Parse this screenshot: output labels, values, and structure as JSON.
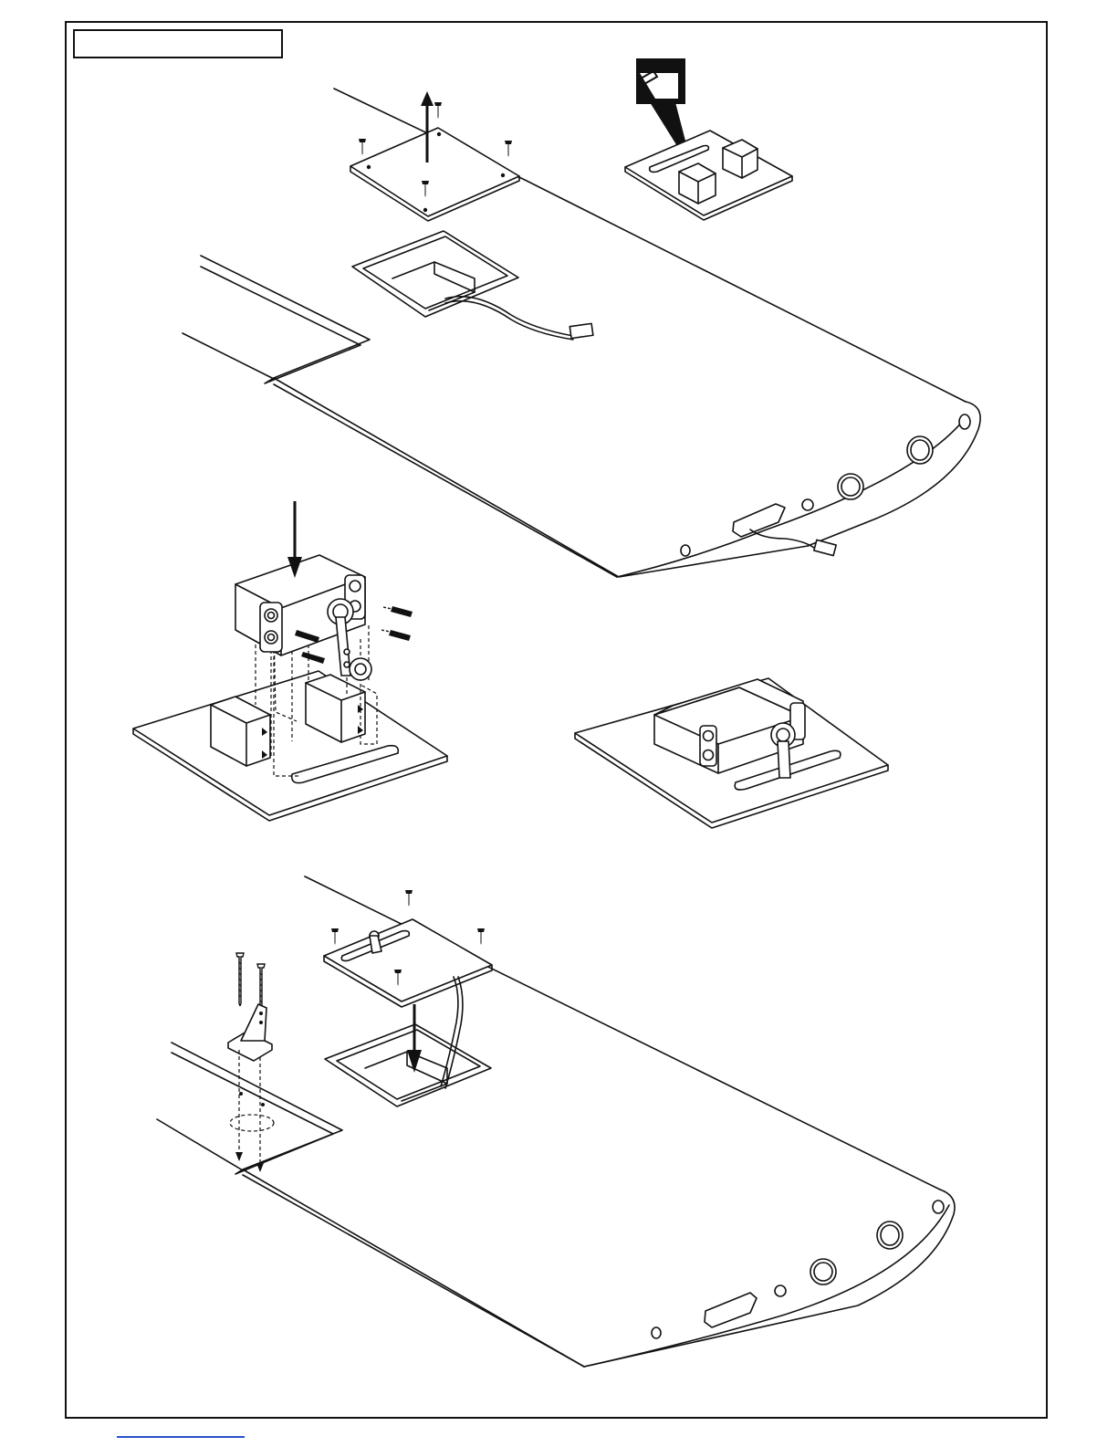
{
  "header": {
    "step_label": ""
  },
  "footer": {
    "link_text": ""
  },
  "figures": [
    {
      "name": "wing-panel-upper",
      "components": [
        "servo-hatch-cover",
        "hatch-screws",
        "servo-bay",
        "servo-lead",
        "root-rib-holes"
      ]
    },
    {
      "name": "detail-inset",
      "components": [
        "hatch-cover-with-mounting-blocks",
        "slot-callout"
      ]
    },
    {
      "name": "servo-mounting-exploded",
      "components": [
        "servo",
        "mounting-screws",
        "servo-arm",
        "mounting-blocks",
        "hatch-cover"
      ]
    },
    {
      "name": "servo-mounted-assembly",
      "components": [
        "servo",
        "servo-arm",
        "hatch-cover"
      ]
    },
    {
      "name": "wing-panel-lower",
      "components": [
        "hatch-cover-with-servo",
        "hatch-screws",
        "control-horn",
        "horn-screws",
        "aileron"
      ]
    }
  ]
}
